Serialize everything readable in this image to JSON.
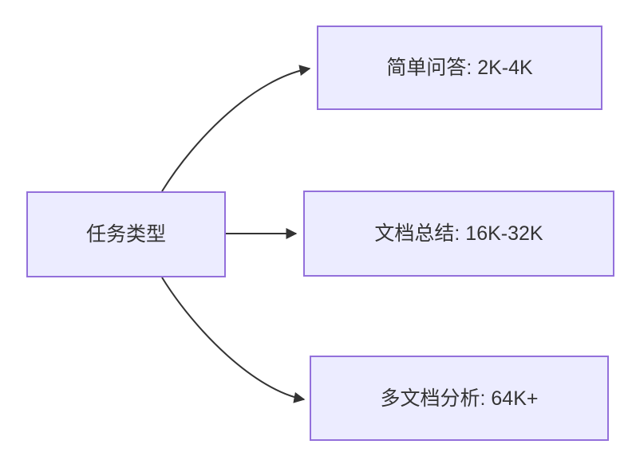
{
  "diagram": {
    "type": "flowchart",
    "direction": "left-to-right",
    "root": {
      "label": "任务类型"
    },
    "nodes": [
      {
        "id": "top",
        "label": "简单问答: 2K-4K"
      },
      {
        "id": "middle",
        "label": "文档总结: 16K-32K"
      },
      {
        "id": "bottom",
        "label": "多文档分析: 64K+"
      }
    ],
    "edges": [
      {
        "from": "任务类型",
        "to": "简单问答: 2K-4K"
      },
      {
        "from": "任务类型",
        "to": "文档总结: 16K-32K"
      },
      {
        "from": "任务类型",
        "to": "多文档分析: 64K+"
      }
    ],
    "colors": {
      "node_fill": "#ECECFF",
      "node_border": "#9370DB",
      "edge": "#333333",
      "text": "#333333",
      "background": "#ffffff"
    }
  }
}
